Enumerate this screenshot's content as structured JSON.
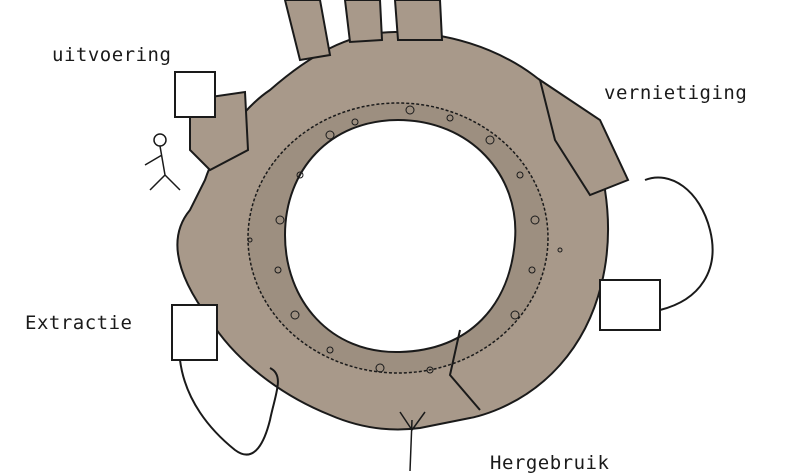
{
  "labels": {
    "uitvoering": "uitvoering",
    "vernietiging": "vernietiging",
    "extractie": "Extractie",
    "hergebruik": "Hergebruik"
  },
  "colors": {
    "earth": "#a8998a",
    "outline": "#1a1a1a",
    "background": "#ffffff",
    "hole": "#ffffff"
  },
  "icons": [
    "excavator-icon",
    "worker-icon",
    "tractor-icon",
    "plant-icon",
    "building-icon"
  ]
}
